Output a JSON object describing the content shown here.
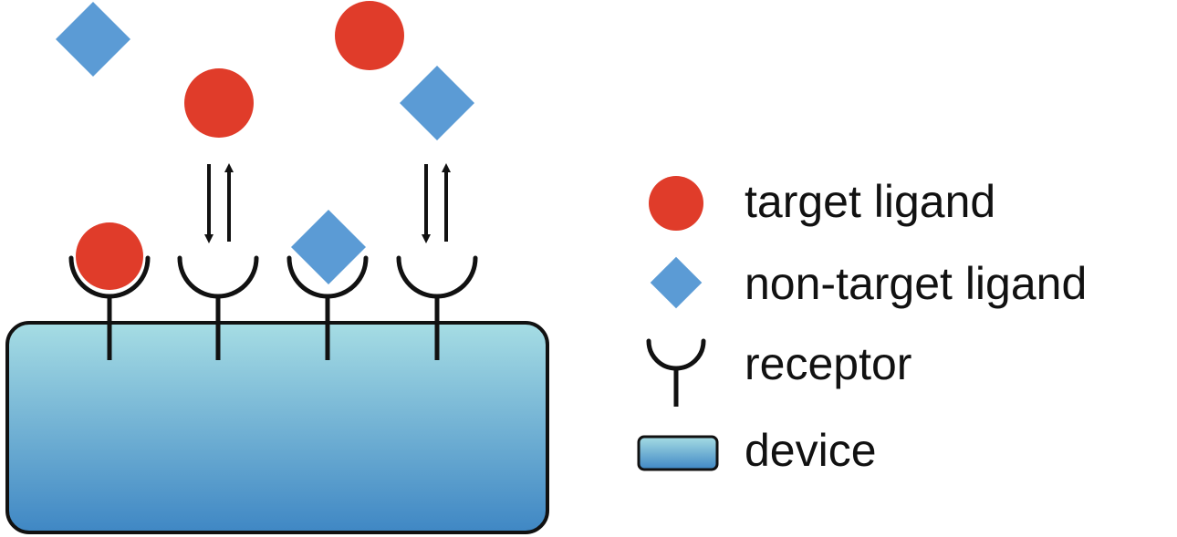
{
  "legend": {
    "items": [
      {
        "key": "target",
        "label": "target ligand",
        "icon": "red-circle-icon"
      },
      {
        "key": "non_target",
        "label": "non-target ligand",
        "icon": "blue-diamond-icon"
      },
      {
        "key": "receptor",
        "label": "receptor",
        "icon": "receptor-icon"
      },
      {
        "key": "device",
        "label": "device",
        "icon": "device-rect-icon"
      }
    ]
  },
  "colors": {
    "target_ligand": "#e03c2a",
    "non_target_ligand": "#5b9bd5",
    "receptor": "#111111",
    "device_top": "#a6dde4",
    "device_bottom": "#3f87c4",
    "device_border": "#111111"
  },
  "scene": {
    "receptors": [
      {
        "bound": "target"
      },
      {
        "bound": "none"
      },
      {
        "bound": "non_target"
      },
      {
        "bound": "none"
      }
    ],
    "binding_equilibria": 2,
    "free_target_ligands": 2,
    "free_non_target_ligands": 2
  }
}
